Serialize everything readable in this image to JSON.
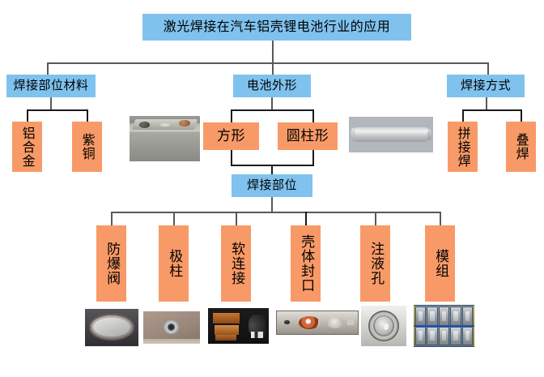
{
  "diagram": {
    "type": "tree-hierarchy",
    "title": "激光焊接在汽车铝壳锂电池行业的应用",
    "colors": {
      "level_blue": "#7FC2EE",
      "level_orange": "#F89A67",
      "connector": "#595959",
      "background": "#FFFFFF",
      "text": "#000000"
    },
    "levels": [
      {
        "level": 1,
        "nodes": [
          {
            "id": "root",
            "label": "激光焊接在汽车铝壳锂电池行业的应用",
            "color": "blue",
            "orientation": "horizontal"
          }
        ]
      },
      {
        "level": 2,
        "nodes": [
          {
            "id": "material",
            "label": "焊接部位材料",
            "color": "blue",
            "orientation": "horizontal"
          },
          {
            "id": "shape",
            "label": "电池外形",
            "color": "blue",
            "orientation": "horizontal"
          },
          {
            "id": "method",
            "label": "焊接方式",
            "color": "blue",
            "orientation": "horizontal"
          }
        ]
      },
      {
        "level": 3,
        "nodes": [
          {
            "id": "alloy",
            "label": "铝合金",
            "color": "orange",
            "orientation": "vertical",
            "parent": "material"
          },
          {
            "id": "copper",
            "label": "紫铜",
            "color": "orange",
            "orientation": "vertical",
            "parent": "material"
          },
          {
            "id": "prismatic",
            "label": "方形",
            "color": "orange",
            "orientation": "horizontal",
            "parent": "shape"
          },
          {
            "id": "cylindrical",
            "label": "圆柱形",
            "color": "orange",
            "orientation": "horizontal",
            "parent": "shape"
          },
          {
            "id": "butt-weld",
            "label": "拼接焊",
            "color": "orange",
            "orientation": "vertical",
            "parent": "method"
          },
          {
            "id": "lap-weld",
            "label": "叠焊",
            "color": "orange",
            "orientation": "vertical",
            "parent": "method"
          }
        ]
      },
      {
        "level": 4,
        "nodes": [
          {
            "id": "weld-location",
            "label": "焊接部位",
            "color": "blue",
            "orientation": "horizontal"
          }
        ]
      },
      {
        "level": 5,
        "parent": "weld-location",
        "nodes": [
          {
            "id": "safety-valve",
            "label": "防爆阀",
            "color": "orange",
            "orientation": "vertical"
          },
          {
            "id": "pole",
            "label": "极柱",
            "color": "orange",
            "orientation": "vertical"
          },
          {
            "id": "soft-connection",
            "label": "软连接",
            "color": "orange",
            "orientation": "vertical"
          },
          {
            "id": "shell-seal",
            "label": "壳体封口",
            "color": "orange",
            "orientation": "vertical"
          },
          {
            "id": "fill-hole",
            "label": "注液孔",
            "color": "orange",
            "orientation": "vertical"
          },
          {
            "id": "module",
            "label": "模组",
            "color": "orange",
            "orientation": "vertical"
          }
        ]
      }
    ],
    "photos": [
      {
        "id": "photo-prismatic-cell",
        "subject": "方形铝壳电池实物照片"
      },
      {
        "id": "photo-cylindrical-cell",
        "subject": "圆柱形电池实物照片"
      },
      {
        "id": "photo-safety-valve",
        "subject": "防爆阀实物照片"
      },
      {
        "id": "photo-pole",
        "subject": "极柱实物照片"
      },
      {
        "id": "photo-soft-connection",
        "subject": "软连接实物照片"
      },
      {
        "id": "photo-shell-seal",
        "subject": "壳体封口实物照片"
      },
      {
        "id": "photo-fill-hole",
        "subject": "注液孔实物照片"
      },
      {
        "id": "photo-module",
        "subject": "模组实物照片"
      }
    ]
  }
}
